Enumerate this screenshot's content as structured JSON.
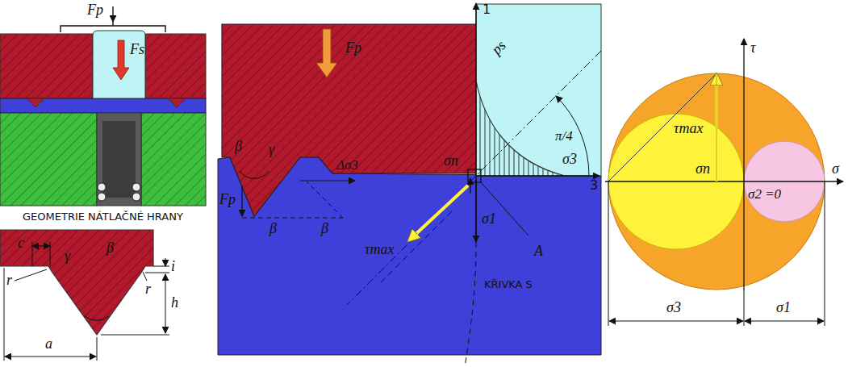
{
  "diagram": {
    "labels": [
      "Fp",
      "Fs",
      "GEOMETRIE NÁTLAČNÉ HRANY",
      "c",
      "γ",
      "β",
      "i",
      "r",
      "r",
      "h",
      "a",
      "Fp",
      "β",
      "γ",
      "Δσ3",
      "Fp",
      "β",
      "β",
      "σn",
      "ps",
      "π/4",
      "σ3",
      "1",
      "3",
      "σ1",
      "A",
      "τmax",
      "KŘIVKA S",
      "τ",
      "τmax",
      "σ",
      "σn",
      "σ2 =0",
      "σ3",
      "σ1"
    ]
  }
}
